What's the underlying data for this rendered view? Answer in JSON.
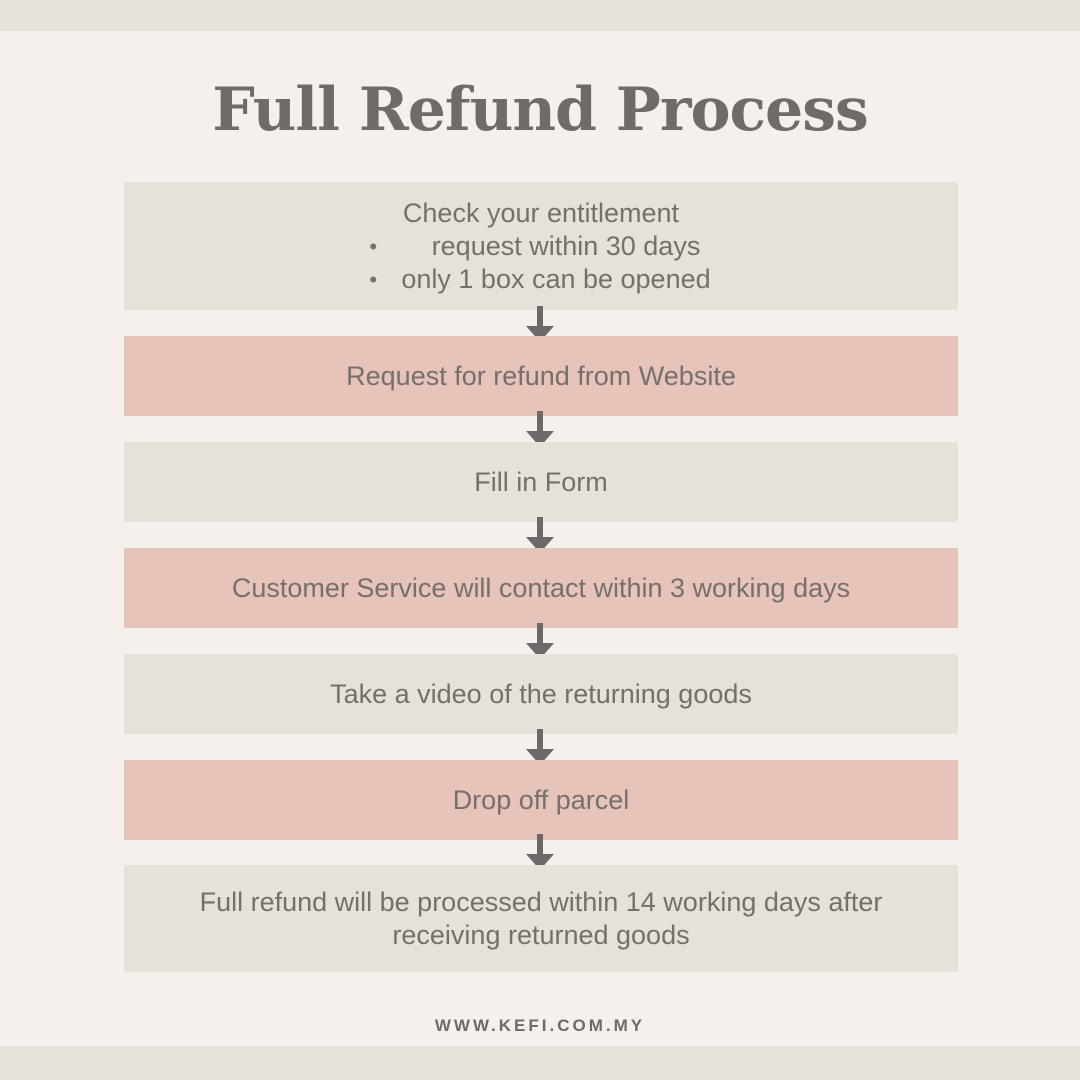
{
  "title": "Full Refund Process",
  "steps": [
    {
      "heading": "Check your entitlement",
      "bullets": [
        "request within 30 days",
        "only 1 box can be opened"
      ]
    },
    {
      "text": "Request for refund from Website"
    },
    {
      "text": "Fill in Form"
    },
    {
      "text": "Customer Service will contact within 3 working days"
    },
    {
      "text": "Take a video of the returning goods"
    },
    {
      "text": "Drop off parcel"
    },
    {
      "text": "Full refund will be processed within 14 working days after receiving returned goods"
    }
  ],
  "bullet_glyph": "•",
  "footer": "WWW.KEFI.COM.MY",
  "colors": {
    "background": "#f5f0ec",
    "beige_box": "#e5e2d9",
    "pink_box": "#e7c4b9",
    "text": "#766f6c",
    "arrow": "#6e6968"
  },
  "icons": {
    "connector": "down-arrow-icon"
  }
}
